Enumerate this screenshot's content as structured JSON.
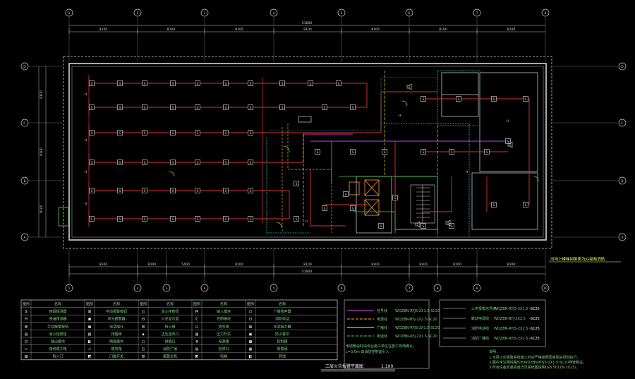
{
  "drawing": {
    "title": "三层火灾报警平面图",
    "scale": "1:100",
    "note_top_right": "出地上楼梯间剖面为JG结构消防",
    "top_total_dim": "51600",
    "bottom_total_dim": "51600"
  },
  "grid": {
    "column_labels": [
      "1",
      "2",
      "3",
      "4",
      "5",
      "6",
      "7",
      "8",
      "9",
      "10"
    ],
    "row_labels": [
      "D",
      "C",
      "B",
      "A"
    ],
    "top_dims": [
      "8100",
      "8100",
      "8100",
      "8100",
      "8100",
      "8100",
      "8100",
      "8100"
    ],
    "bottom_dims": [
      "8100",
      "8100",
      "5400",
      "8100",
      "8100",
      "8100",
      "8100",
      "8100",
      "8100"
    ],
    "left_dims": [
      "8100",
      "8100",
      "8100"
    ]
  },
  "legend": {
    "headers": [
      "图例",
      "名称",
      "图例",
      "名称",
      "图例",
      "名称",
      "图例",
      "名称",
      "图例",
      "名称"
    ],
    "rows": [
      [
        "S",
        "感烟探测器",
        "⊠",
        "手动报警按钮",
        "◫",
        "消火栓按钮",
        "M",
        "输入模块",
        "☐",
        "广播扬声器"
      ],
      [
        "H",
        "感温探测器",
        "▣",
        "声光报警器",
        "⊟",
        "火灾显示盘",
        "C",
        "控制模块",
        "⊡",
        "消防电话"
      ],
      [
        "⊠",
        "手动报警按钮",
        "▦",
        "电话插孔",
        "⊞",
        "防火阀",
        "◻",
        "信号阀",
        "▥",
        "水流指示器"
      ],
      [
        "▤",
        "消火栓按钮",
        "▧",
        "排烟阀",
        "◈",
        "正压送风口",
        "▨",
        "压力开关",
        "▣",
        "防火卷帘"
      ],
      [
        "⊡",
        "输出模块",
        "◧",
        "隔离模块",
        "▢",
        "排烟口",
        "⊕",
        "电源箱",
        "▩",
        "控制箱"
      ],
      [
        "▭",
        "接线端子箱",
        "▱",
        "模块箱",
        "◫",
        "消防广播",
        "▤",
        "检修口",
        "▦",
        "报警阀"
      ],
      [
        "▨",
        "防火门",
        "◩",
        "门磁开关",
        "⊞",
        "报警主机",
        "◩",
        "电梯",
        "◧",
        "其他"
      ]
    ]
  },
  "cable_legend_1": {
    "rows": [
      {
        "label": "信号线",
        "spec": "WDZBN-RYJS-2X1.5-SC20"
      },
      {
        "label": "电源线",
        "spec": "WDZBN-BYJ-2X2.5-SC20"
      },
      {
        "label": "广播线",
        "spec": "WDZBN-RYJS-2X1.5-SC20"
      },
      {
        "label": "电话线",
        "spec": "WDZBN-RYJ-2X1.5-SC20"
      }
    ],
    "notes": [
      "电缆敷设时由专业施工单位在施工现场确认。",
      "L=3.0m 由消防控制室引入"
    ]
  },
  "cable_legend_2": {
    "rows": [
      {
        "label": "火灾报警信号线",
        "spec": "WDZBN-RYJS-2X1.5",
        "suffix": "-SC25"
      },
      {
        "label": "联动电源线",
        "spec": "WDZBN-BYJ-2X2.5",
        "suffix": "-SC25"
      },
      {
        "label": "消防电话线",
        "spec": "WDZBN-RYJS-2X1.5",
        "suffix": "-SC25"
      },
      {
        "label": "消防广播线",
        "spec": "WDZBN-RYJS-2X1.5",
        "suffix": "-SC25"
      }
    ],
    "notes_title": "说明：",
    "notes": [
      "1.本层火灾报警系统施工时应严格按照国家相关规范执行。",
      "2.图中未注明线路均为WDZBN-RYJS-2X1.5-SC20穿管敷设。",
      "3.所有设备安装高度详见系统图说明(GB 50116-2013)。"
    ]
  }
}
